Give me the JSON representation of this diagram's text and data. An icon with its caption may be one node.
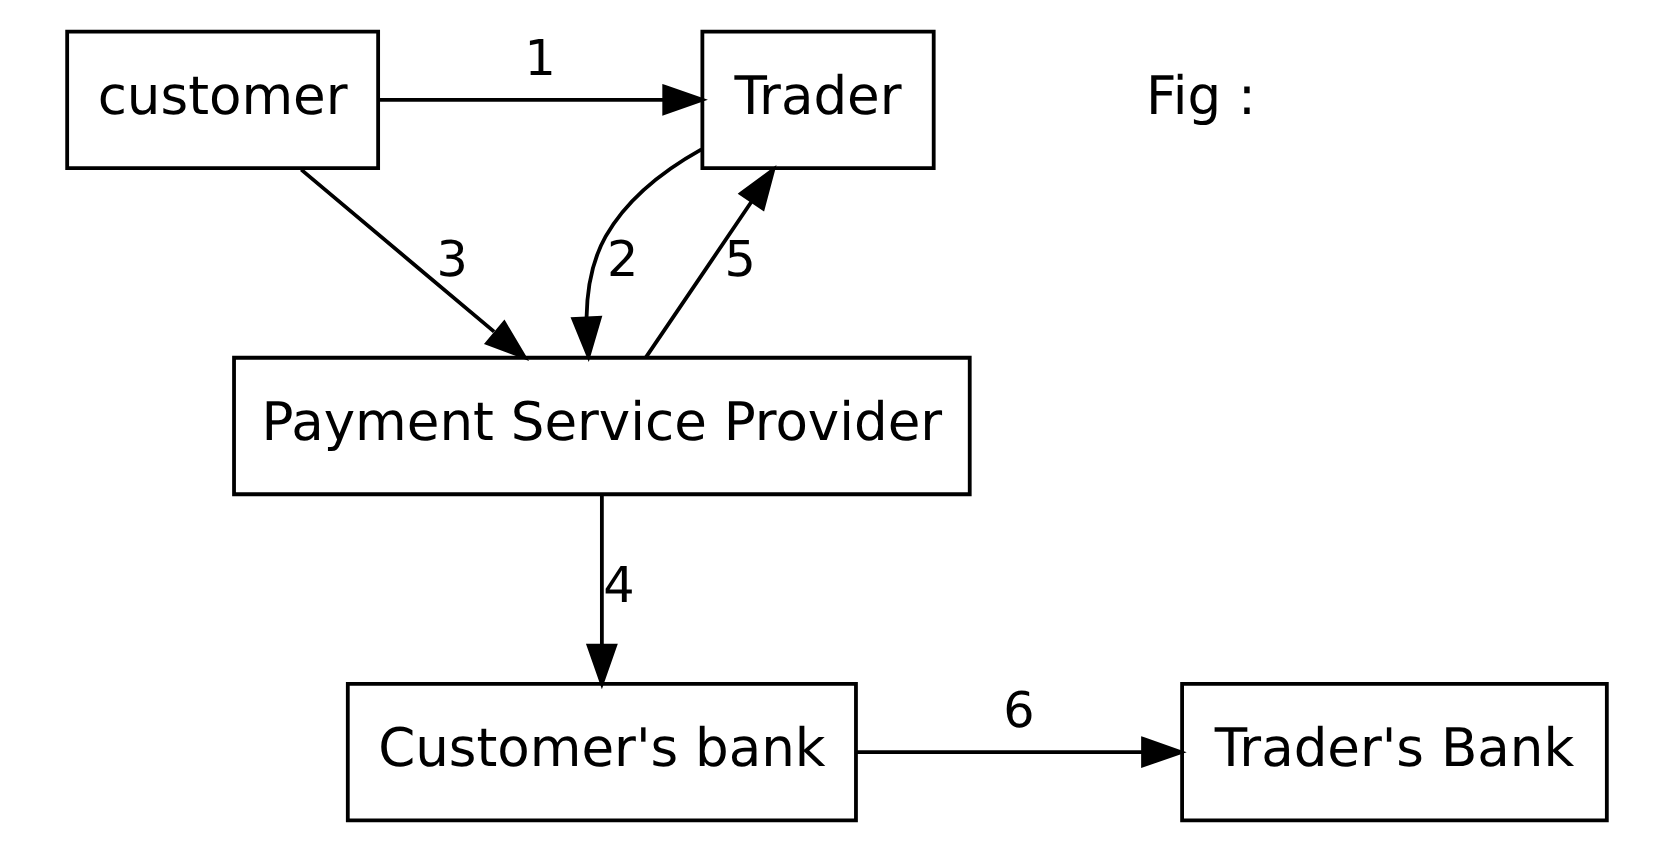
{
  "diagram": {
    "nodes": [
      {
        "text": [
          "customer"
        ]
      },
      {
        "text": [
          "Trader"
        ]
      },
      {
        "text": [
          "Payment Service Provider"
        ]
      },
      {
        "text": [
          "Customer's bank"
        ]
      },
      {
        "text": [
          "Trader's Bank"
        ]
      }
    ],
    "edges": [
      {
        "from": 0,
        "to": 1,
        "arrow": "to",
        "label": "1"
      },
      {
        "from": 1,
        "to": 2,
        "arrow": "to",
        "label": "2"
      },
      {
        "from": 0,
        "to": 2,
        "arrow": "to",
        "label": "3"
      },
      {
        "from": 2,
        "to": 3,
        "arrow": "to",
        "label": "4"
      },
      {
        "from": 2,
        "to": 1,
        "arrow": "to",
        "label": "5"
      },
      {
        "from": 3,
        "to": 4,
        "arrow": "to",
        "label": "6"
      }
    ],
    "labels": [
      "Fig :"
    ]
  }
}
